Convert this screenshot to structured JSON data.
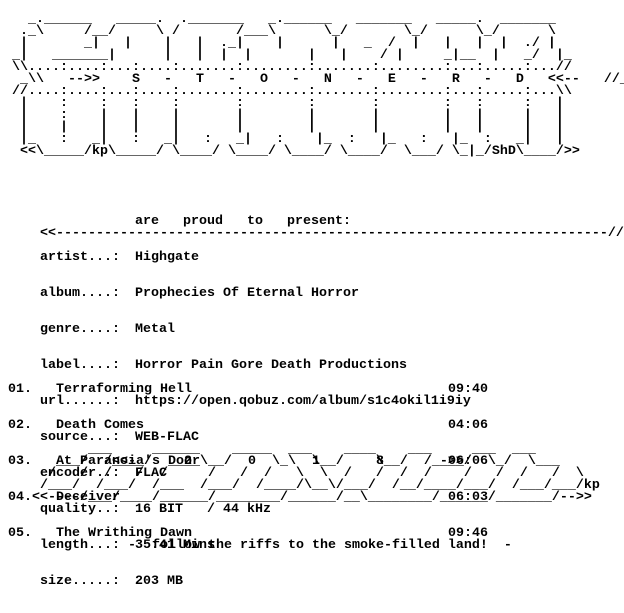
{
  "logo_top": [
    "   _.______   _____.  ._______   _.______   _______   _____.  _______",
    "  ._\\     /__/     \\ /       /___\\      \\_/       \\_/      \\_/      \\",
    "  |       _|   |    |   |  ._|    |      |   _  /  |   |   |  |  ./ |",
    " _|   _______|      |   |  |  |       |   |    / |     _|__  |   _/  |_",
    " \\\\....:....:...:....:.......:........:.......:........:...:.....:...//",
    "  _\\\\   -->>    S   -   T   -   O   -   N   -   E   -   R   -   D   <<--   //_",
    " //....:....:...:....:.......:........:.......:........:...:.....:...\\\\",
    "  |    :    :   :    :       :        :       :        :   :     :   |",
    "  |    :    |   |    |       |        |       |        |   |     |   |",
    "  |    |    |   |    |       |        |       |        |   |     |   |",
    "  |_   :   _|   :   _|   :   _|   :    |_  :   |_   :   |_  :   _|   |",
    "  <<\\_____/kp\\_____/ \\____/ \\____/ \\____/ \\____/  \\___/ \\_|_/ShD\\____/>>"
  ],
  "header": {
    "present": "are   proud   to   present:",
    "rule": "<<---------------------------------------------------------------------//-->"
  },
  "info": [
    {
      "key": "artist...:",
      "value": "Highgate"
    },
    {
      "key": "album....:",
      "value": "Prophecies Of Eternal Horror"
    },
    {
      "key": "genre....:",
      "value": "Metal"
    },
    {
      "key": "label....:",
      "value": "Horror Pain Gore Death Productions"
    },
    {
      "key": "url......:",
      "value": "https://open.qobuz.com/album/s1c4okil1i9iy"
    },
    {
      "key": "source...:",
      "value": "WEB-FLAC"
    },
    {
      "key": "encoder..:",
      "value": "FLAC"
    },
    {
      "key": "quality..:",
      "value": "16 BIT   / 44 kHz"
    },
    {
      "key": "length...:",
      "value": "35:41 Mins"
    },
    {
      "key": "size.....:",
      "value": "203 MB"
    }
  ],
  "tracks": [
    {
      "num": "01.",
      "title": "Terraforming Hell",
      "time": "09:40"
    },
    {
      "num": "02.",
      "title": "Death Comes",
      "time": "04:06"
    },
    {
      "num": "03.",
      "title": "At Paranoia's Door",
      "time": "06:06"
    },
    {
      "num": "04.",
      "title": "Deceiver",
      "time": "06:03"
    },
    {
      "num": "05.",
      "title": "The Writhing Dawn",
      "time": "09:46"
    }
  ],
  "year_line": "<<-      2       0       1       8       ->>",
  "logo_bottom": [
    "       ___     ______    _____  ___    ____    ___     ___  ___",
    "   ___/  /____/  ____\\__/     \\_\\  \\__/    \\__/  /____/  \\_/  \\___",
    "  /   /  /   /  /     /   /  /   \\  \\  /   /  /  /    /   /  /   /  \\",
    " /___/  /___/  /___  /___/  /____/\\__\\/___/  /__/____/___/  /___/___/kp",
    "<<----/___/____/______/________/______/__\\________/______/_______/-->>"
  ],
  "footer": "-  follow the riffs to the smoke-filled land!  -"
}
